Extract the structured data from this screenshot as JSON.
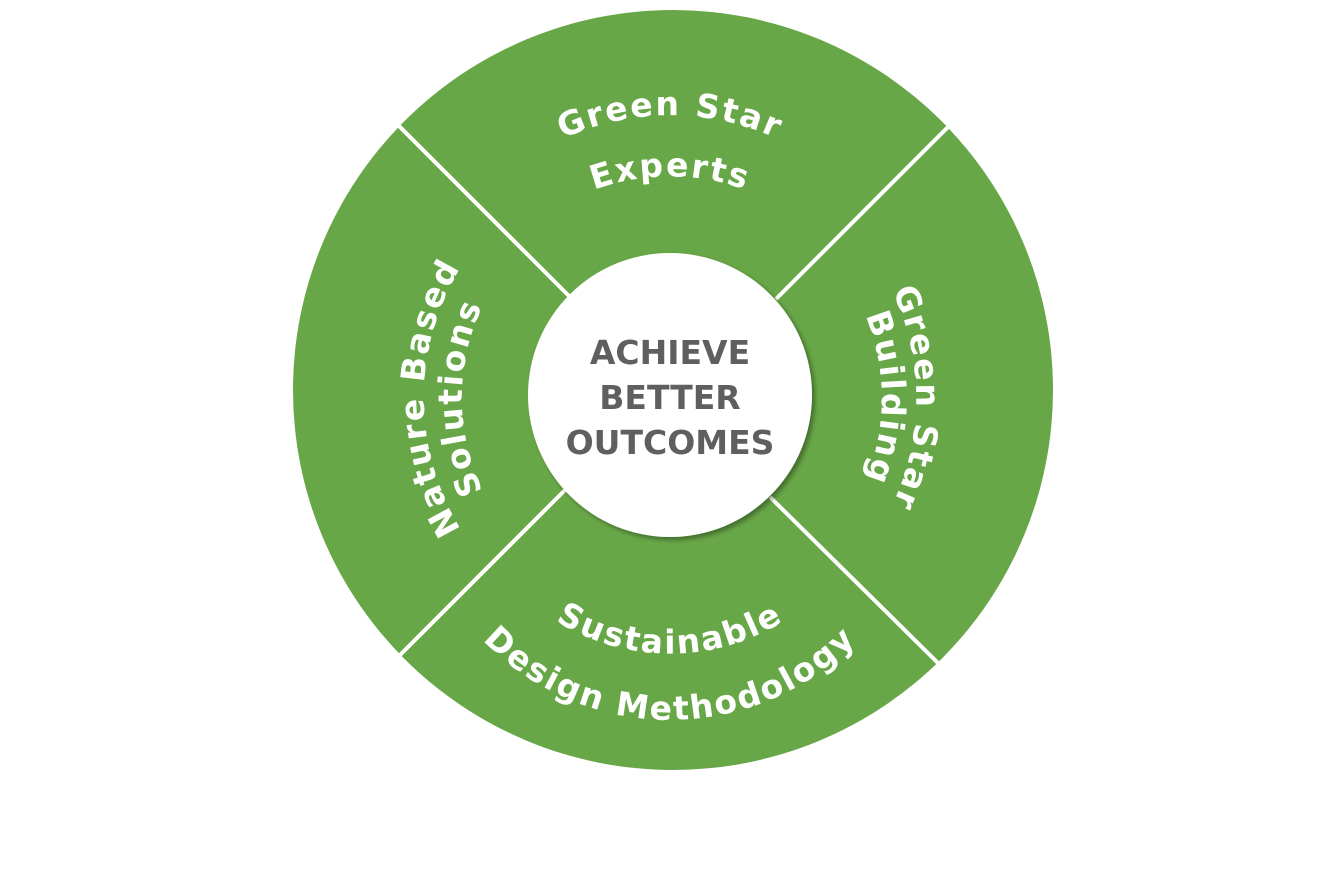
{
  "center": {
    "lines": [
      "ACHIEVE",
      "BETTER",
      "OUTCOMES"
    ]
  },
  "segments": {
    "top": {
      "line1": "Green Star",
      "line2": "Experts"
    },
    "right": {
      "line1": "Green Star",
      "line2": "Building"
    },
    "bottom": {
      "line1": "Sustainable",
      "line2": "Design Methodology"
    },
    "left": {
      "line1": "Nature Based",
      "line2": "Solutions"
    }
  },
  "colors": {
    "ring": "#68a747",
    "divider": "#ffffff",
    "center_fill": "#ffffff",
    "center_text": "#5f5f5f",
    "segment_text": "#ffffff"
  }
}
